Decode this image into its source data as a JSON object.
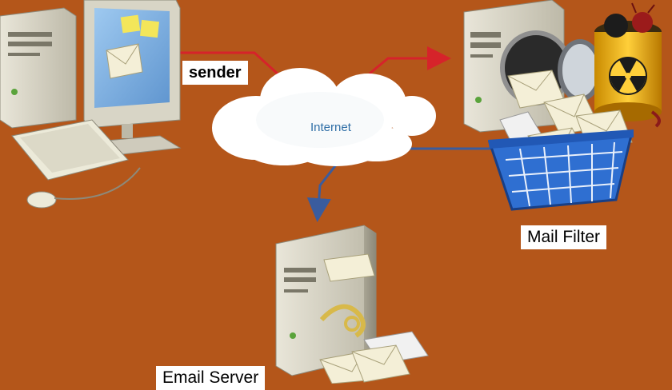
{
  "labels": {
    "sender": "sender",
    "internet": "Internet",
    "mail_filter": "Mail Filter",
    "email_server": "Email Server"
  },
  "colors": {
    "background": "#b4561a",
    "red_arrow": "#d6232a",
    "blue_arrow": "#3a5c9e",
    "cloud": "#ffffff",
    "internet_text": "#2f6ea6"
  },
  "icons": {
    "sender": "desktop-computer-icon",
    "filter": "washing-machine-server-icon",
    "basket": "mail-basket-icon",
    "barrel": "radioactive-barrel-icon",
    "server": "email-server-icon"
  }
}
